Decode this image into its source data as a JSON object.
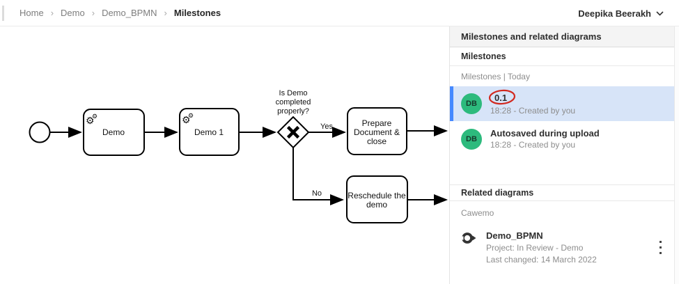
{
  "header": {
    "breadcrumb": [
      {
        "label": "Home"
      },
      {
        "label": "Demo"
      },
      {
        "label": "Demo_BPMN"
      },
      {
        "label": "Milestones"
      }
    ],
    "separator": "›",
    "user_name": "Deepika Beerakh"
  },
  "icons": {
    "gear": "⚙",
    "chevron_down": "chevron-down",
    "kebab": "three-dots-vertical",
    "cawemo_logo": "ring-with-play-arrow"
  },
  "diagram": {
    "start_event": {
      "type": "start-event"
    },
    "task_demo": {
      "label": "Demo",
      "type": "service-task"
    },
    "task_demo1": {
      "label": "Demo 1",
      "type": "service-task"
    },
    "gateway": {
      "type": "exclusive-gateway",
      "label_lines": [
        "Is Demo",
        "completed",
        "properly?"
      ]
    },
    "flow_yes": {
      "label": "Yes"
    },
    "flow_no": {
      "label": "No"
    },
    "task_prepare": {
      "lines": [
        "Prepare",
        "Document &",
        "close"
      ]
    },
    "task_reschedule": {
      "lines": [
        "Reschedule the",
        "demo"
      ]
    }
  },
  "panel": {
    "title": "Milestones and related diagrams",
    "milestones": {
      "title": "Milestones",
      "filter": "Milestones | Today",
      "items": [
        {
          "avatar": "DB",
          "title": "0.1",
          "subtitle": "18:28 - Created by you",
          "selected": true,
          "annotated": true
        },
        {
          "avatar": "DB",
          "title": "Autosaved during upload",
          "subtitle": "18:28 - Created by you",
          "selected": false,
          "annotated": false
        }
      ]
    },
    "related": {
      "title": "Related diagrams",
      "group": "Cawemo",
      "items": [
        {
          "title": "Demo_BPMN",
          "project": "Project: In Review - Demo",
          "last_changed": "Last changed: 14 March 2022"
        }
      ]
    }
  },
  "colors": {
    "selected_row_bg": "#d7e4f8",
    "selection_bar": "#4589ff",
    "avatar_green": "#2dba7d",
    "annotation_red": "#d2281e",
    "panel_header_bg": "#f4f4f4"
  }
}
